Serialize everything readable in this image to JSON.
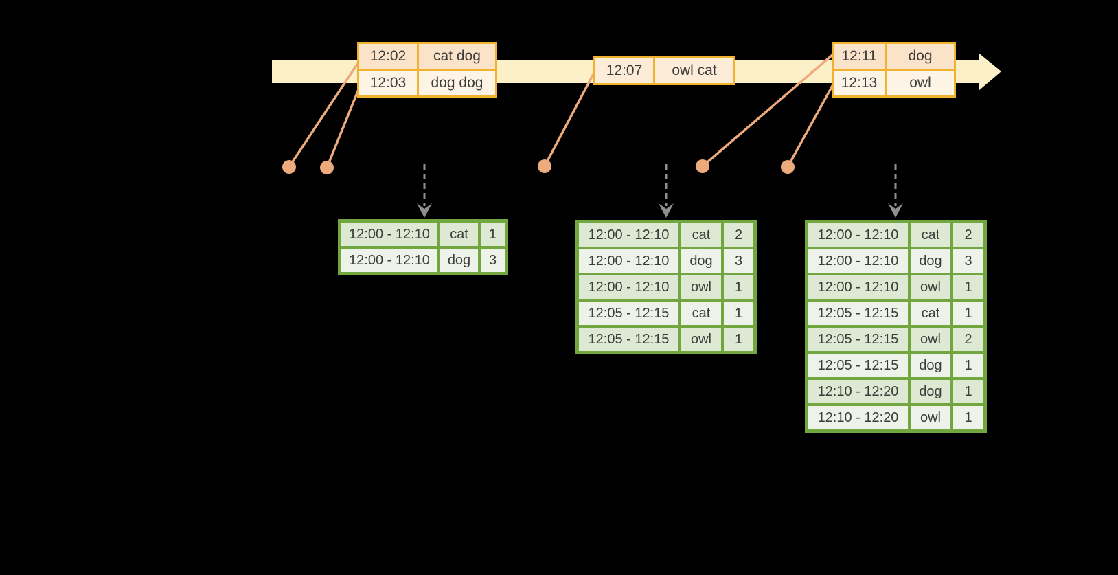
{
  "colors": {
    "background": "#000000",
    "timeline_band": "#fcf0c8",
    "event_table_border": "#f0b22f",
    "event_row_dark": "#fae3c8",
    "event_row_light": "#fdf4e6",
    "event_row_mid": "#fcecd8",
    "connector": "#edaa7c",
    "result_table_border": "#72a63e",
    "result_row_dark": "#dde9d2",
    "result_row_light": "#eef3e9",
    "trigger_arrow": "#8f8f8f",
    "text": "#3c3c3c"
  },
  "event_tables": [
    {
      "rows": [
        {
          "time": "12:02",
          "words": "cat dog"
        },
        {
          "time": "12:03",
          "words": "dog dog"
        }
      ]
    },
    {
      "rows": [
        {
          "time": "12:07",
          "words": "owl cat"
        }
      ]
    },
    {
      "rows": [
        {
          "time": "12:11",
          "words": "dog"
        },
        {
          "time": "12:13",
          "words": "owl"
        }
      ]
    }
  ],
  "result_tables": [
    {
      "rows": [
        {
          "window": "12:00 - 12:10",
          "word": "cat",
          "count": "1"
        },
        {
          "window": "12:00 - 12:10",
          "word": "dog",
          "count": "3"
        }
      ]
    },
    {
      "rows": [
        {
          "window": "12:00 - 12:10",
          "word": "cat",
          "count": "2"
        },
        {
          "window": "12:00 - 12:10",
          "word": "dog",
          "count": "3"
        },
        {
          "window": "12:00 - 12:10",
          "word": "owl",
          "count": "1"
        },
        {
          "window": "12:05 - 12:15",
          "word": "cat",
          "count": "1"
        },
        {
          "window": "12:05 - 12:15",
          "word": "owl",
          "count": "1"
        }
      ]
    },
    {
      "rows": [
        {
          "window": "12:00 - 12:10",
          "word": "cat",
          "count": "2"
        },
        {
          "window": "12:00 - 12:10",
          "word": "dog",
          "count": "3"
        },
        {
          "window": "12:00 - 12:10",
          "word": "owl",
          "count": "1"
        },
        {
          "window": "12:05 - 12:15",
          "word": "cat",
          "count": "1"
        },
        {
          "window": "12:05 - 12:15",
          "word": "owl",
          "count": "2"
        },
        {
          "window": "12:05 - 12:15",
          "word": "dog",
          "count": "1"
        },
        {
          "window": "12:10 - 12:20",
          "word": "dog",
          "count": "1"
        },
        {
          "window": "12:10 - 12:20",
          "word": "owl",
          "count": "1"
        }
      ]
    }
  ]
}
